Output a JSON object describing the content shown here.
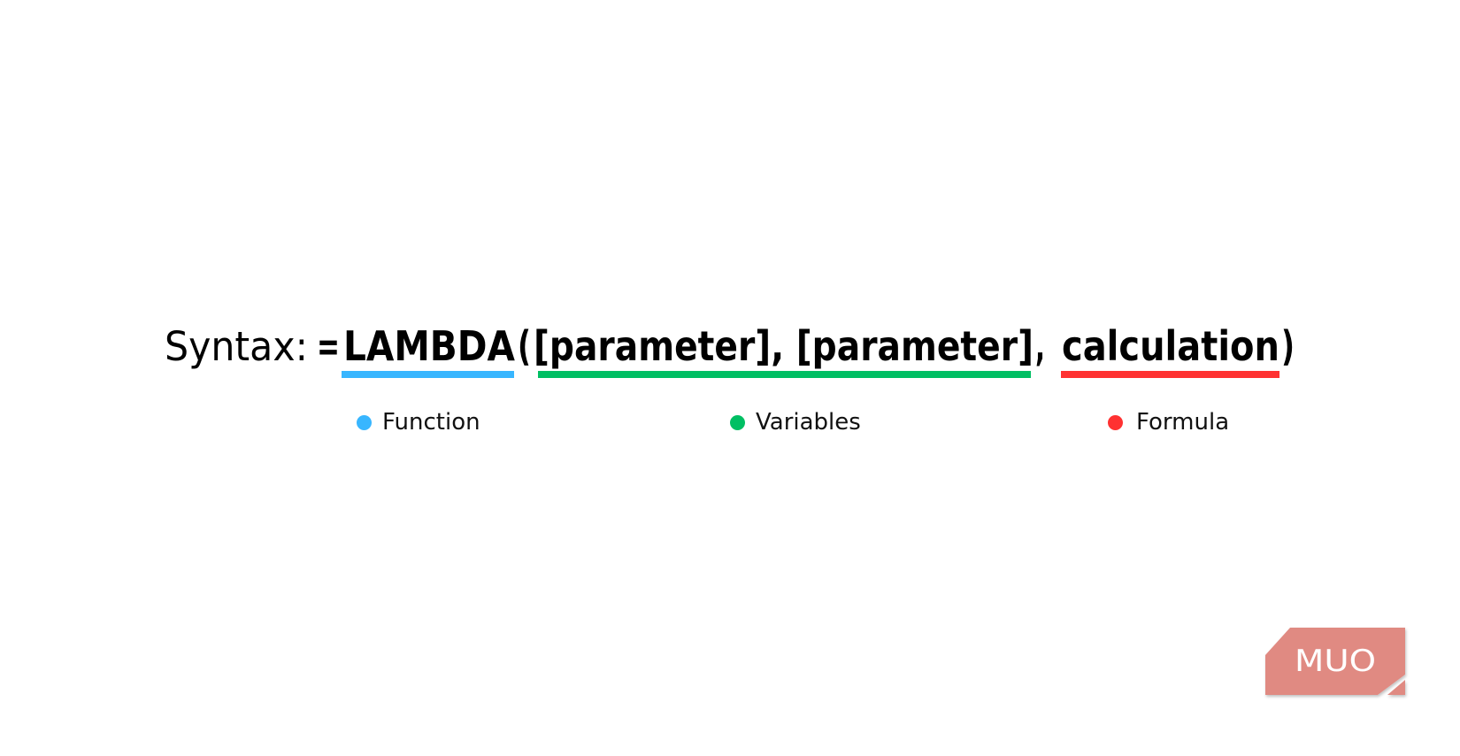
{
  "syntax": {
    "prefix": "Syntax:",
    "segments": {
      "equals": "=",
      "function": "LAMBDA",
      "open_paren": "(",
      "variables": "[parameter], [parameter]",
      "separator": ",",
      "formula": "calculation",
      "close_paren": ")"
    }
  },
  "legend": [
    {
      "label": "Function",
      "color": "#38b6ff",
      "icon": "dot-icon"
    },
    {
      "label": "Variables",
      "color": "#00bf63",
      "icon": "dot-icon"
    },
    {
      "label": "Formula",
      "color": "#ff3131",
      "icon": "dot-icon"
    }
  ],
  "colors": {
    "function": "#38b6ff",
    "variables": "#00bf63",
    "formula": "#ff3131",
    "logo": "#e08a82"
  },
  "logo": {
    "text": "MUO"
  }
}
